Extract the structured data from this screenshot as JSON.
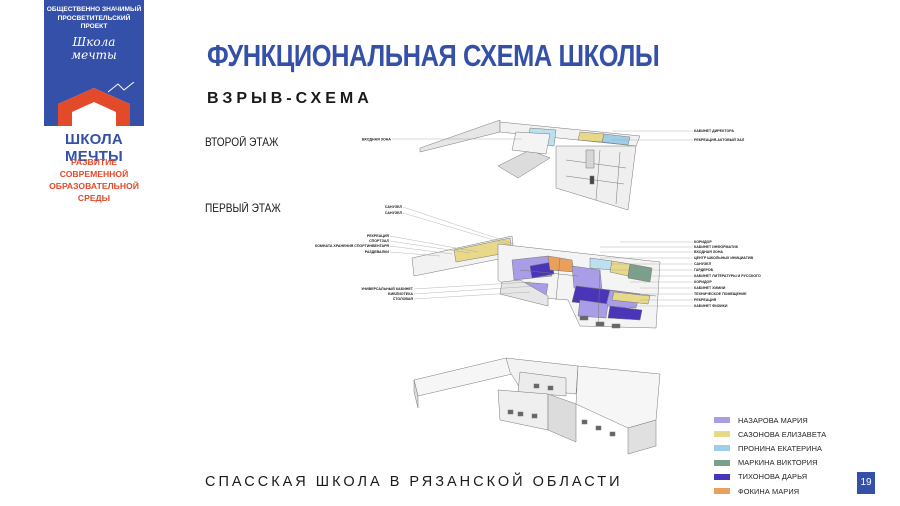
{
  "badge": {
    "top_text": [
      "ОБЩЕСТВЕННО ЗНАЧИМЫЙ",
      "ПРОСВЕТИТЕЛЬСКИЙ ПРОЕКТ"
    ],
    "script_logo": [
      "Школа",
      "мечты"
    ],
    "title": "ШКОЛА МЕЧТЫ",
    "sub": [
      "РАЗВИТИЕ СОВРЕМЕННОЙ",
      "ОБРАЗОВАТЕЛЬНОЙ СРЕДЫ"
    ]
  },
  "title": "ФУНКЦИОНАЛЬНАЯ СХЕМА ШКОЛЫ",
  "subtitle": "ВЗРЫВ-СХЕМА",
  "floors": {
    "second": "ВТОРОЙ ЭТАЖ",
    "first": "ПЕРВЫЙ ЭТАЖ"
  },
  "labels_second_left": [
    "ВХОДНАЯ ЗОНА"
  ],
  "labels_second_right": [
    "КАБИНЕТ ДИРЕКТОРА",
    "РЕКРЕАЦИЯ-АКТОВЫЙ ЗАЛ"
  ],
  "labels_first_left_top": [
    "САНУЗЕЛ",
    "САНУЗЕЛ"
  ],
  "labels_first_left_mid": [
    "РЕКРЕАЦИЯ",
    "СПОРТЗАЛ",
    "КОМНАТА ХРАНЕНИЯ СПОРТИНВЕНТАРЯ",
    "РАЗДЕВАЛКИ"
  ],
  "labels_first_left_bottom": [
    "УНИВЕРСАЛЬНЫЙ КАБИНЕТ",
    "БИБЛИОТЕКА",
    "СТОЛОВАЯ"
  ],
  "labels_first_right": [
    "КОРИДОР",
    "КАБИНЕТ ИНФОРМАТИК",
    "ВХОДНАЯ ЗОНА",
    "ЦЕНТР ШКОЛЬНЫХ ИНИЦИАТИВ",
    "САНУЗЕЛ",
    "ГАРДЕРОБ",
    "КАБИНЕТ ЛИТЕРАТУРЫ И РУССКОГО",
    "КОРИДОР",
    "КАБИНЕТ ХИМИИ",
    "ТЕХНИЧЕСКОЕ ПОМЕЩЕНИЕ",
    "РЕКРЕАЦИЯ",
    "КАБИНЕТ ФИЗИКИ"
  ],
  "legend": [
    {
      "name": "НАЗАРОВА МАРИЯ",
      "color": "#a99de8"
    },
    {
      "name": "САЗОНОВА ЕЛИЗАВЕТА",
      "color": "#e8d98a"
    },
    {
      "name": "ПРОНИНА ЕКАТЕРИНА",
      "color": "#9fcfe8"
    },
    {
      "name": "МАРКИНА ВИКТОРИЯ",
      "color": "#7aa08c"
    },
    {
      "name": "ТИХОНОВА ДАРЬЯ",
      "color": "#4a35b8"
    },
    {
      "name": "ФОКИНА МАРИЯ",
      "color": "#e8a05a"
    }
  ],
  "footer": "СПАССКАЯ ШКОЛА В РЯЗАНСКОЙ ОБЛАСТИ",
  "page_number": "19"
}
